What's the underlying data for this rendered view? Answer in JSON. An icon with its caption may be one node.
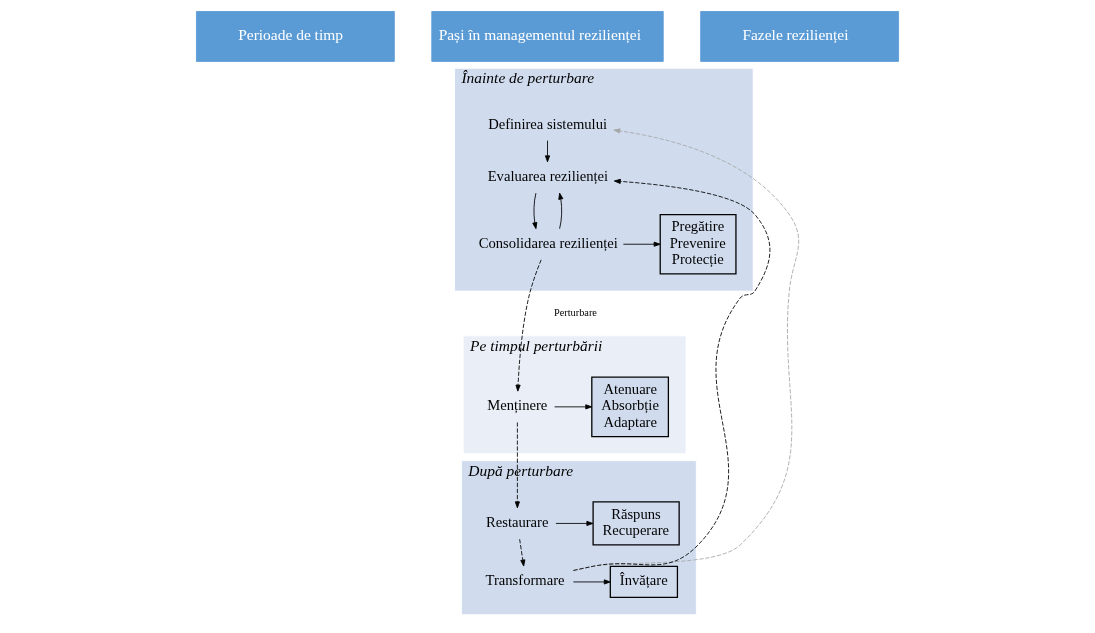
{
  "diagram": {
    "nodes": [
      {
        "text": [
          "Perioade de timp"
        ]
      },
      {
        "text": [
          "Pași în managementul rezilienței"
        ]
      },
      {
        "text": [
          "Fazele rezilienței"
        ]
      },
      {
        "text": [
          "Înainte de perturbare"
        ]
      },
      {
        "text": [
          "Definirea sistemului"
        ],
        "in": 3
      },
      {
        "text": [
          "Evaluarea rezilienței"
        ],
        "in": 3
      },
      {
        "text": [
          "Consolidarea rezilienței"
        ],
        "in": 3
      },
      {
        "text": [
          "Pregătire",
          "Prevenire",
          "Protecție"
        ],
        "in": 3
      },
      {
        "text": [
          "Pe timpul perturbării"
        ]
      },
      {
        "text": [
          "Menținere"
        ],
        "in": 8
      },
      {
        "text": [
          "Atenuare",
          "Absorbție",
          "Adaptare"
        ],
        "in": 8
      },
      {
        "text": [
          "După perturbare"
        ]
      },
      {
        "text": [
          "Restaurare"
        ],
        "in": 11
      },
      {
        "text": [
          "Răspuns",
          "Recuperare"
        ],
        "in": 11
      },
      {
        "text": [
          "Transformare"
        ],
        "in": 11
      },
      {
        "text": [
          "Învățare"
        ],
        "in": 11
      }
    ],
    "edges": [
      {
        "from": 4,
        "to": 5,
        "arrow": "to"
      },
      {
        "from": 5,
        "to": 6,
        "arrow": "to"
      },
      {
        "from": 6,
        "to": 5,
        "arrow": "to"
      },
      {
        "from": 6,
        "to": 7,
        "arrow": "to"
      },
      {
        "from": 6,
        "to": 9,
        "arrow": "to",
        "style": "dashed"
      },
      {
        "from": 9,
        "to": 10,
        "arrow": "to"
      },
      {
        "from": 9,
        "to": 12,
        "arrow": "to",
        "style": "dashed"
      },
      {
        "from": 12,
        "to": 13,
        "arrow": "to"
      },
      {
        "from": 12,
        "to": 14,
        "arrow": "to",
        "style": "dashed"
      },
      {
        "from": 14,
        "to": 15,
        "arrow": "to"
      },
      {
        "from": 14,
        "to": 4,
        "arrow": "to",
        "style": "dashed",
        "color": "#a6a6a6"
      },
      {
        "from": 14,
        "to": 5,
        "arrow": "to",
        "style": "dashed"
      }
    ],
    "labels": [
      "Perturbare"
    ]
  }
}
